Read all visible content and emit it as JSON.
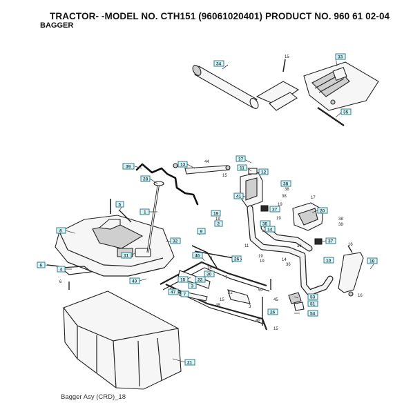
{
  "header": {
    "title": "TRACTOR- -MODEL NO. CTH151 (96061020401) PRODUCT NO. 960 61 02-04",
    "subtitle": "BAGGER"
  },
  "footer": "Bagger Asy (CRD)_18",
  "callouts": {
    "c33": "33",
    "c34": "34",
    "c35": "35",
    "c39": "39",
    "c13": "13",
    "c17": "17",
    "c11": "11",
    "c12": "12",
    "c28": "28",
    "c5": "5",
    "c41": "41",
    "c38": "38",
    "c1": "1",
    "c37a": "37",
    "c20": "20",
    "c19": "19",
    "c2": "2",
    "c8": "8",
    "c9": "9",
    "c32": "32",
    "c35b": "35",
    "c14": "14",
    "c37b": "37",
    "c31": "31",
    "c46": "46",
    "c10": "10",
    "c18": "18",
    "c6": "6",
    "c4": "4",
    "c43": "43",
    "c15": "15",
    "c22": "22",
    "c30": "30",
    "c3": "3",
    "c47": "47",
    "c7": "7",
    "c53": "53",
    "c51": "51",
    "c26": "26",
    "c54": "54",
    "c21": "21"
  },
  "labels": {
    "l15a": "15",
    "l44": "44",
    "l15b": "15",
    "l38a": "38",
    "l17": "17",
    "l19a": "19",
    "l19b": "19",
    "l19c": "19",
    "l38b": "38",
    "l38c": "38",
    "l36": "36",
    "l16": "16",
    "l11": "11",
    "l19d": "19",
    "l19e": "19",
    "l14": "14",
    "l36b": "36",
    "l6": "6",
    "l7": "7",
    "l3": "3",
    "l50": "50",
    "l22": "22",
    "l49": "49",
    "l15c": "15",
    "l15d": "15",
    "l15e": "15",
    "l45": "45",
    "l16b": "16",
    "l3b": "3",
    "l48": "48",
    "l38d": "38"
  }
}
